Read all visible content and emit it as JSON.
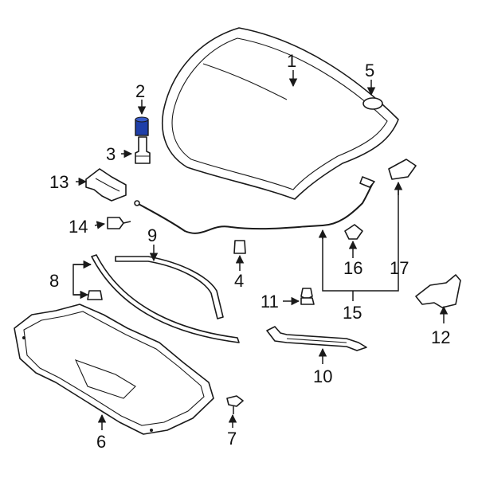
{
  "accent_color": "#1f3fa8",
  "labels": [
    "1",
    "2",
    "3",
    "4",
    "5",
    "6",
    "7",
    "8",
    "9",
    "10",
    "11",
    "12",
    "13",
    "14",
    "15",
    "16",
    "17"
  ]
}
